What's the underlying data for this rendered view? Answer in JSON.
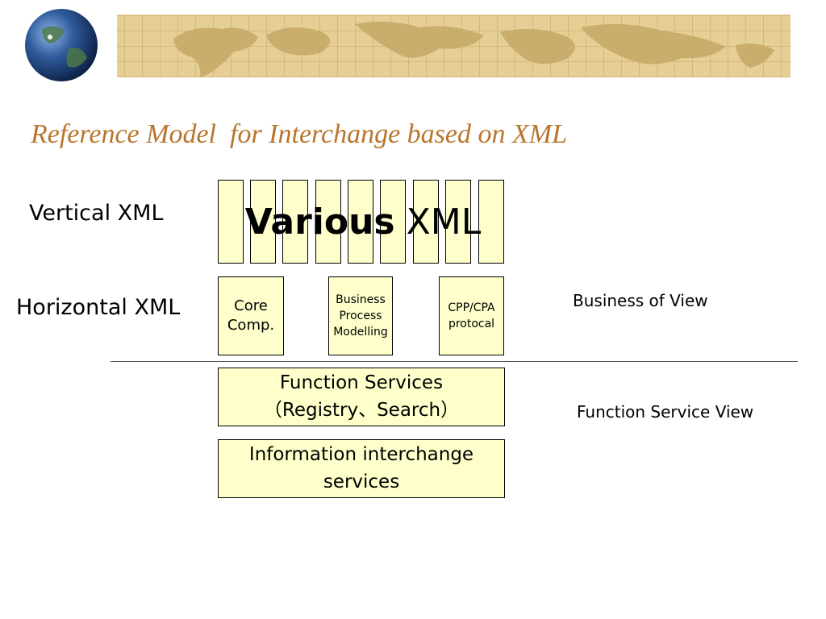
{
  "title": "Reference Model  for Interchange based on XML",
  "rows": {
    "vertical": "Vertical XML",
    "horizontal": "Horizontal XML"
  },
  "various": {
    "bold": "Various",
    "rest": " XML"
  },
  "boxes": {
    "core": [
      "Core",
      "Comp."
    ],
    "bpm": [
      "Business",
      "Process",
      "Modelling"
    ],
    "cpp": [
      "CPP/CPA",
      "protocal"
    ],
    "function_services": [
      "Function Services",
      "（Registry、Search）"
    ],
    "information_interchange": [
      "Information interchange",
      "services"
    ]
  },
  "views": {
    "business": "Business of View",
    "function": "Function Service View"
  },
  "colors": {
    "box_fill": "#ffffcc",
    "title": "#b8752c",
    "banner_sand": "#e6cf95",
    "banner_map": "#c9ad6c"
  }
}
